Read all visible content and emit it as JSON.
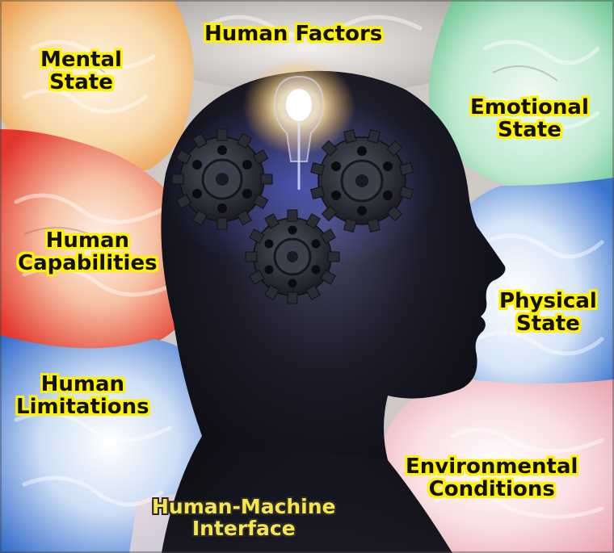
{
  "diagram": {
    "center": "Human Factors",
    "factors": {
      "mental_state": [
        "Mental",
        "State"
      ],
      "emotional_state": [
        "Emotional",
        "State"
      ],
      "human_capabilities": [
        "Human",
        "Capabilities"
      ],
      "physical_state": [
        "Physical",
        "State"
      ],
      "human_limitations": [
        "Human",
        "Limitations"
      ],
      "environmental_conditions": [
        "Environmental",
        "Conditions"
      ],
      "human_machine_interface": [
        "Human-Machine",
        "Interface"
      ]
    }
  },
  "colors": {
    "label_outline": "#fff200",
    "brain_orange": "#f3b56b",
    "brain_green": "#7fd3a4",
    "brain_red": "#e8412f",
    "brain_blue": "#3f78d0",
    "brain_pink": "#f1b7c0",
    "brain_gray": "#c9c5c3",
    "head_silhouette": "#0b0b12",
    "lightbulb_glow": "#fff3c4"
  },
  "icons": [
    "gear-icon",
    "lightbulb-icon",
    "head-silhouette"
  ]
}
